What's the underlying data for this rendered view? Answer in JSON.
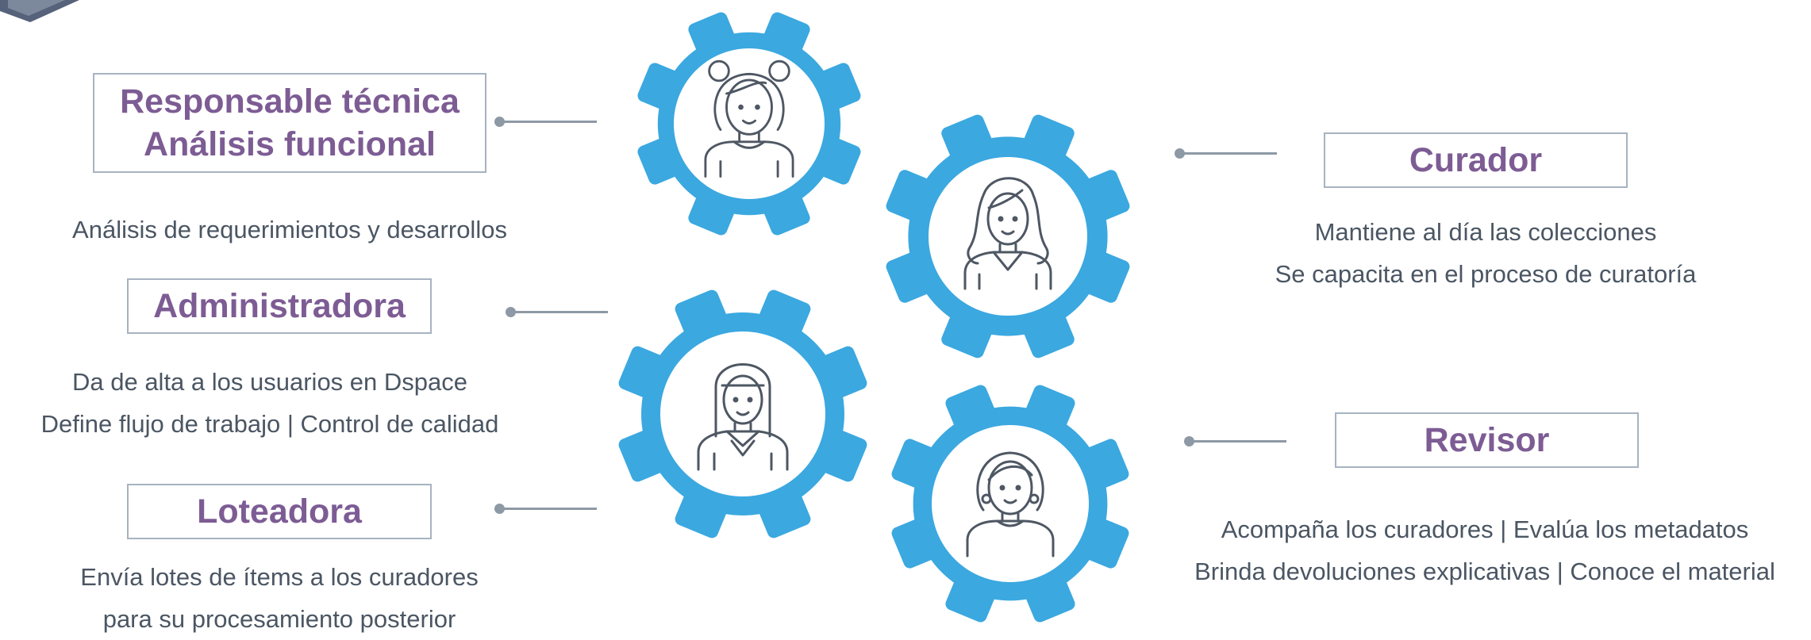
{
  "roles": {
    "responsable": {
      "title_1": "Responsable técnica",
      "title_2": "Análisis funcional",
      "desc_1": "Análisis de requerimientos y desarrollos"
    },
    "administradora": {
      "title": "Administradora",
      "desc_1": "Da de alta a los usuarios en Dspace",
      "desc_2": "Define flujo de trabajo | Control de calidad"
    },
    "loteadora": {
      "title": "Loteadora",
      "desc_1": "Envía lotes de ítems a los curadores",
      "desc_2": "para su procesamiento posterior"
    },
    "curador": {
      "title": "Curador",
      "desc_1": "Mantiene al día las colecciones",
      "desc_2": "Se capacita en el proceso de curatoría"
    },
    "revisor": {
      "title": "Revisor",
      "desc_1": "Acompaña los curadores | Evalúa los metadatos",
      "desc_2": "Brinda devoluciones explicativas | Conoce el material"
    }
  },
  "icons": [
    "gear-icon",
    "person-avatar-icon"
  ],
  "colors": {
    "gear": "#3ba8e0",
    "title_text": "#7d5c94",
    "body_text": "#4b5663",
    "line": "#8d99a5",
    "box_border": "#a7b3c0"
  }
}
